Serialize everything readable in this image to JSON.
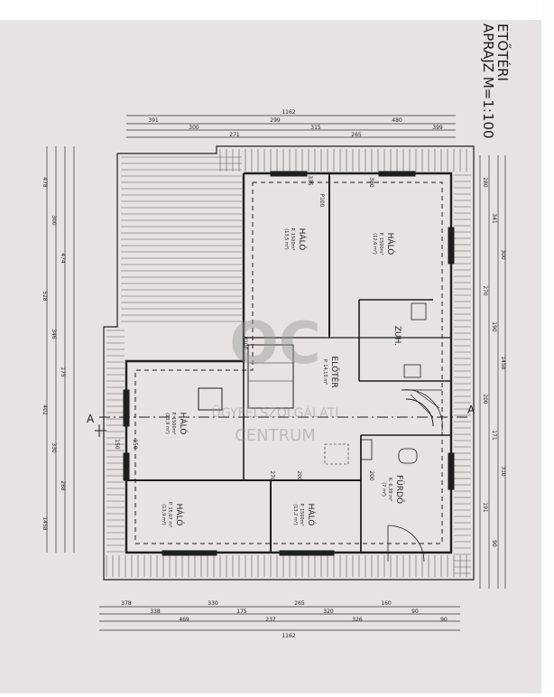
{
  "header": {
    "line1": "ETŐTÉRI",
    "line2": "APRAJZ M=1:100"
  },
  "rooms": [
    {
      "name": "HÁLÓ",
      "floor": "P. 1500m²",
      "area": "(13,5 m²)"
    },
    {
      "name": "HÁLÓ",
      "floor": "P. 1500m²",
      "area": "(12,6 m²)"
    },
    {
      "name": "ZUH.",
      "floor": "",
      "area": ""
    },
    {
      "name": "ELŐTÉR",
      "floor": "P. 14,10 m²",
      "area": ""
    },
    {
      "name": "HÁLÓ",
      "floor": "P. 1500m²",
      "area": "(13,9 m²)"
    },
    {
      "name": "HÁLÓ",
      "floor": "P. 15,67 m²",
      "area": "(13,9 m²)"
    },
    {
      "name": "HÁLÓ",
      "floor": "P. 1500m²",
      "area": "(13,2 m²)"
    },
    {
      "name": "FÜRDŐ",
      "floor": "K. 6,39 m²",
      "area": "(7 m²)"
    }
  ],
  "section_marks": [
    "A",
    "A"
  ],
  "watermark": {
    "text1": "ÜGYFÉLSZOLGÁLATI",
    "text2": "CENTRUM",
    "logo": "OC"
  },
  "dimensions": {
    "top_total": "1162",
    "bottom_total": "1162",
    "top_chain": [
      "391",
      "300",
      "271",
      "299",
      "315",
      "265",
      "480",
      "399"
    ],
    "bottom_chain": [
      "378",
      "338",
      "469",
      "330",
      "175",
      "237",
      "265",
      "320",
      "326",
      "160",
      "90",
      "90"
    ],
    "left_chain": [
      "478",
      "300",
      "474",
      "528",
      "346",
      "175",
      "402",
      "330",
      "288",
      "1458"
    ],
    "right_chain": [
      "280",
      "341",
      "300",
      "270",
      "190",
      "1458",
      "200",
      "171",
      "310",
      "191",
      "90"
    ]
  },
  "room_labels_misc": [
    "150",
    "150",
    "P100",
    "P100",
    "270",
    "200",
    "200",
    "335",
    "380"
  ]
}
